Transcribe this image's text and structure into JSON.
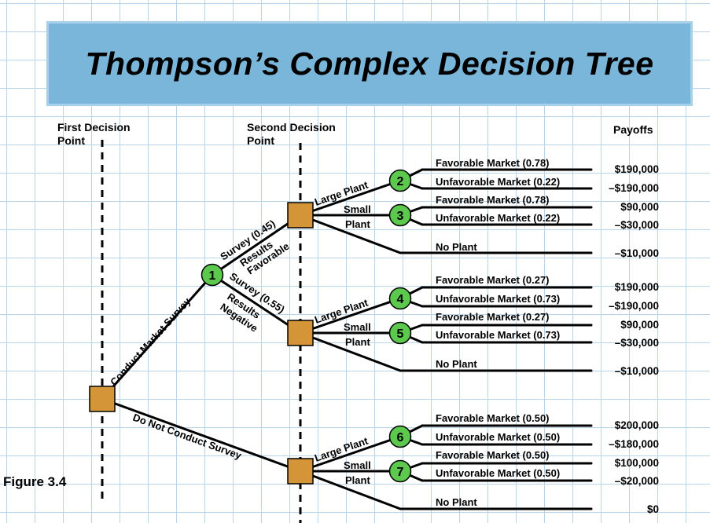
{
  "title": "Thompson’s Complex Decision Tree",
  "figure_label": "Figure 3.4",
  "headers": {
    "first_decision": [
      "First Decision",
      "Point"
    ],
    "second_decision": [
      "Second Decision",
      "Point"
    ],
    "payoffs": "Payoffs"
  },
  "branches": {
    "conduct_survey": "Conduct Market Survey",
    "no_survey": "Do Not Conduct Survey",
    "survey_favorable": "Survey (0.45)",
    "results_favorable": [
      "Results",
      "Favorable"
    ],
    "survey_negative": "Survey (0.55)",
    "results_negative": [
      "Results",
      "Negative"
    ]
  },
  "decision_branches": {
    "large_plant": "Large Plant",
    "small_plant": [
      "Small",
      "Plant"
    ],
    "no_plant": "No Plant"
  },
  "chance_nodes": [
    "1",
    "2",
    "3",
    "4",
    "5",
    "6",
    "7"
  ],
  "outcomes": {
    "node2": [
      "Favorable Market (0.78)",
      "Unfavorable Market (0.22)"
    ],
    "node3": [
      "Favorable Market (0.78)",
      "Unfavorable Market (0.22)"
    ],
    "node4": [
      "Favorable Market (0.27)",
      "Unfavorable Market (0.73)"
    ],
    "node5": [
      "Favorable Market (0.27)",
      "Unfavorable Market (0.73)"
    ],
    "node6": [
      "Favorable Market (0.50)",
      "Unfavorable Market (0.50)"
    ],
    "node7": [
      "Favorable Market (0.50)",
      "Unfavorable Market (0.50)"
    ],
    "no_plant": "No Plant"
  },
  "payoffs": [
    "$190,000",
    "–$190,000",
    "$90,000",
    "–$30,000",
    "–$10,000",
    "$190,000",
    "–$190,000",
    "$90,000",
    "–$30,000",
    "–$10,000",
    "$200,000",
    "–$180,000",
    "$100,000",
    "–$20,000",
    "$0"
  ],
  "colors": {
    "banner": "#7ab6da",
    "decision_node": "#d39537",
    "chance_node": "#5cc94e",
    "grid": "#b9d3e8",
    "dashed_line": "#000000"
  }
}
